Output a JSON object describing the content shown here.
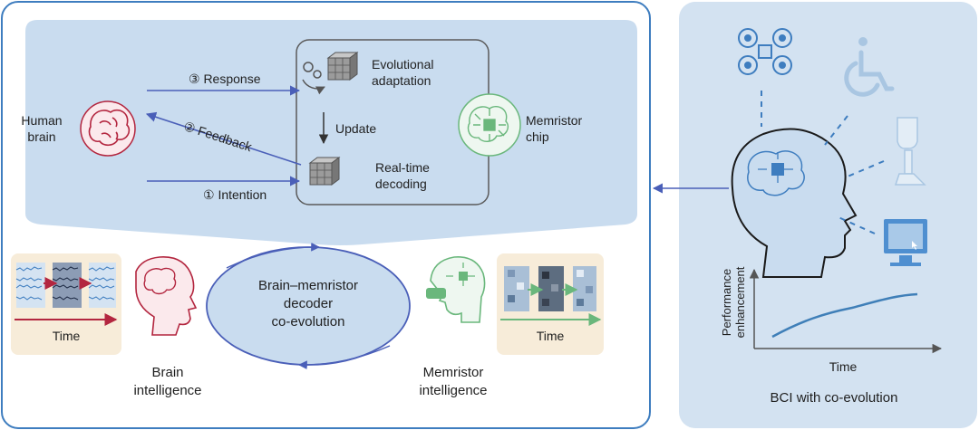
{
  "top_panel": {
    "human_brain": [
      "Human",
      "brain"
    ],
    "response": "③ Response",
    "feedback": "② Feedback",
    "intention": "① Intention",
    "update": "Update",
    "evolutional_adaptation": [
      "Evolutional",
      "adaptation"
    ],
    "real_time_decoding": [
      "Real-time",
      "decoding"
    ],
    "memristor_chip": [
      "Memristor",
      "chip"
    ]
  },
  "bottom_panel": {
    "co_evolution": [
      "Brain–memristor",
      "decoder",
      "co-evolution"
    ],
    "time_left": "Time",
    "time_right": "Time",
    "brain_intelligence": [
      "Brain",
      "intelligence"
    ],
    "memristor_intelligence": [
      "Memristor",
      "intelligence"
    ]
  },
  "right_panel": {
    "ylabel": [
      "Performance",
      "enhancement"
    ],
    "xlabel": "Time",
    "caption": "BCI with co-evolution"
  },
  "colors": {
    "panel_blue": "#c9dcef",
    "light_blue": "#dbe8f5",
    "right_bg": "#d3e2f1",
    "arrow_blue": "#4a5fb8",
    "brain_pink": "#b3263f",
    "chip_green": "#6ab77c",
    "line_blue": "#3f7fb8",
    "dash_blue": "#3e7dbf",
    "time_red": "#b3263f",
    "time_green": "#6ab77c",
    "card_bg": "#f7ecd9"
  }
}
